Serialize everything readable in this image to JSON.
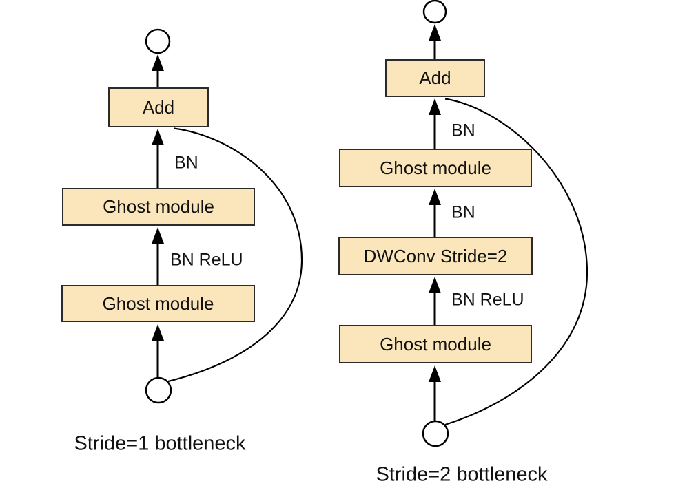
{
  "left": {
    "caption": "Stride=1 bottleneck",
    "nodes": [
      {
        "label": "Add"
      },
      {
        "label": "Ghost module"
      },
      {
        "label": "Ghost module"
      }
    ],
    "edge_labels": [
      {
        "label": "BN"
      },
      {
        "label": "BN ReLU"
      }
    ]
  },
  "right": {
    "caption": "Stride=2 bottleneck",
    "nodes": [
      {
        "label": "Add"
      },
      {
        "label": "Ghost module"
      },
      {
        "label": "DWConv Stride=2"
      },
      {
        "label": "Ghost module"
      }
    ],
    "edge_labels": [
      {
        "label": "BN"
      },
      {
        "label": "BN"
      },
      {
        "label": "BN ReLU"
      }
    ]
  },
  "colors": {
    "box_fill": "#fbe6bc",
    "box_border": "#2b2b2b",
    "line": "#000000",
    "text": "#111111",
    "background": "#ffffff"
  }
}
